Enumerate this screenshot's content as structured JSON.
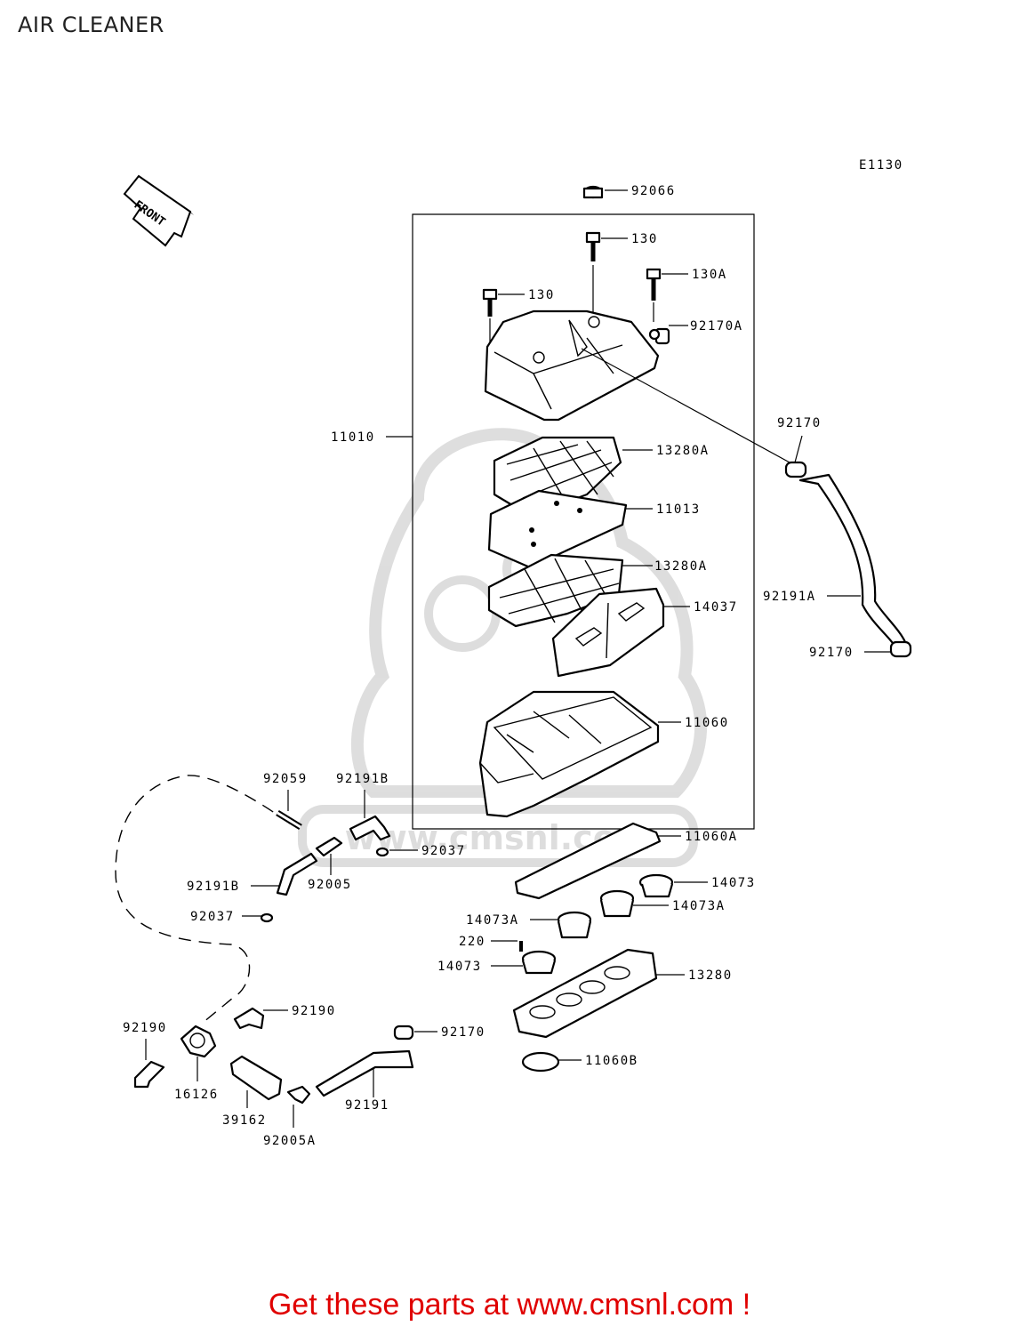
{
  "title": "AIR CLEANER",
  "diagram_code": "E1130",
  "front_label": "FRONT",
  "footer": "Get these parts at www.cmsnl.com !",
  "watermark_url": "www.cmsnl.com",
  "parts": {
    "p92066": "92066",
    "p130_top": "130",
    "p130_left": "130",
    "p130A": "130A",
    "p92170A": "92170A",
    "p92170_top": "92170",
    "p11010": "11010",
    "p13280A_top": "13280A",
    "p11013": "11013",
    "p13280A_bottom": "13280A",
    "p14037": "14037",
    "p92191A": "92191A",
    "p92170_mid": "92170",
    "p11060": "11060",
    "p92059": "92059",
    "p92191B_top": "92191B",
    "p92037_right": "92037",
    "p11060A": "11060A",
    "p92191B_left": "92191B",
    "p92005": "92005",
    "p14073_right": "14073",
    "p92037_left": "92037",
    "p14073A_right": "14073A",
    "p14073A_left": "14073A",
    "p220": "220",
    "p14073_left": "14073",
    "p13280": "13280",
    "p92190_mid": "92190",
    "p92190_left": "92190",
    "p92170_bottom": "92170",
    "p11060B": "11060B",
    "p16126": "16126",
    "p39162": "39162",
    "p92191": "92191",
    "p92005A": "92005A"
  }
}
